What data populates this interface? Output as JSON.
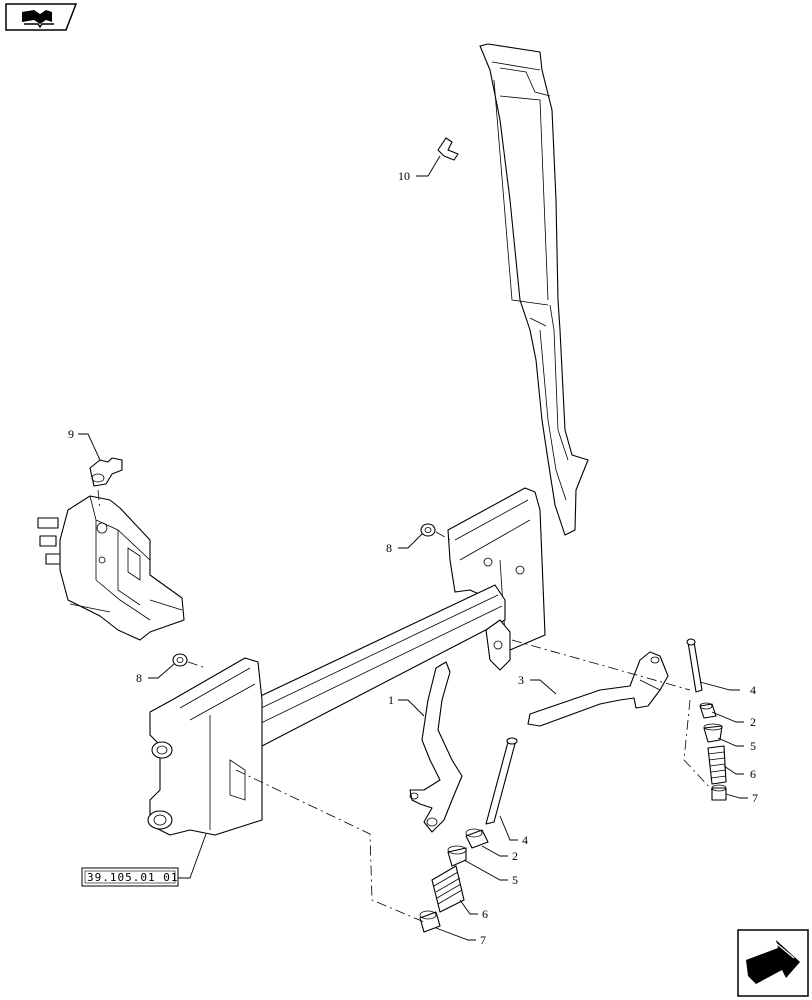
{
  "header": {
    "icon": "book-icon"
  },
  "footer": {
    "icon": "next-page-arrow-icon"
  },
  "reference_box": "39.105.01 01",
  "callouts": {
    "c1": "1",
    "c2a": "2",
    "c2b": "2",
    "c3": "3",
    "c4a": "4",
    "c4b": "4",
    "c5a": "5",
    "c5b": "5",
    "c6a": "6",
    "c6b": "6",
    "c7a": "7",
    "c7b": "7",
    "c8a": "8",
    "c8b": "8",
    "c9": "9",
    "c10": "10"
  }
}
